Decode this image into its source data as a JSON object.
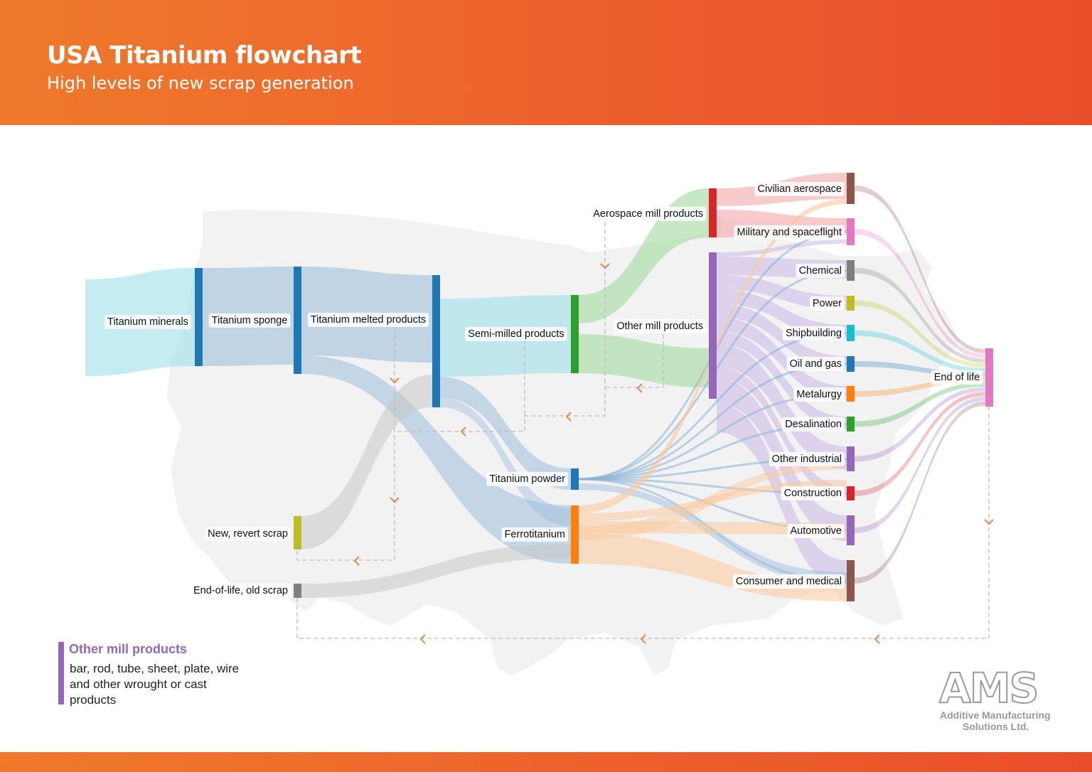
{
  "header": {
    "title": "USA Titanium flowchart",
    "subtitle": "High levels of new scrap generation",
    "color": "#ec5d2c"
  },
  "nodes": [
    {
      "id": "minerals",
      "label": "Titanium minerals",
      "color": "#9edfe6"
    },
    {
      "id": "sponge",
      "label": "Titanium sponge",
      "color": "#1f77b4"
    },
    {
      "id": "melted",
      "label": "Titanium melted products",
      "color": "#1f77b4"
    },
    {
      "id": "melted2",
      "label": "",
      "color": "#1f77b4"
    },
    {
      "id": "semi",
      "label": "Semi-milled products",
      "color": "#2ca02c"
    },
    {
      "id": "aero_mill",
      "label": "Aerospace mill products",
      "color": "#d62728"
    },
    {
      "id": "other_mill",
      "label": "Other mill products",
      "color": "#9467bd"
    },
    {
      "id": "powder",
      "label": "Titanium powder",
      "color": "#1f77b4"
    },
    {
      "id": "ferro",
      "label": "Ferrotitanium",
      "color": "#ff7f0e"
    },
    {
      "id": "revert",
      "label": "New, revert scrap",
      "color": "#bcbd22"
    },
    {
      "id": "oldscrap",
      "label": "End-of-life, old scrap",
      "color": "#7f7f7f"
    },
    {
      "id": "civil",
      "label": "Civilian aerospace",
      "color": "#8c564b"
    },
    {
      "id": "military",
      "label": "Military and spaceflight",
      "color": "#e377c2"
    },
    {
      "id": "chemical",
      "label": "Chemical",
      "color": "#7f7f7f"
    },
    {
      "id": "power",
      "label": "Power",
      "color": "#bcbd22"
    },
    {
      "id": "ship",
      "label": "Shipbuilding",
      "color": "#17becf"
    },
    {
      "id": "oilgas",
      "label": "Oil and gas",
      "color": "#1f77b4"
    },
    {
      "id": "metal",
      "label": "Metalurgy",
      "color": "#ff7f0e"
    },
    {
      "id": "desal",
      "label": "Desalination",
      "color": "#2ca02c"
    },
    {
      "id": "otherind",
      "label": "Other industrial",
      "color": "#9467bd"
    },
    {
      "id": "constr",
      "label": "Construction",
      "color": "#d62728"
    },
    {
      "id": "auto",
      "label": "Automotive",
      "color": "#9467bd"
    },
    {
      "id": "consumer",
      "label": "Consumer and medical",
      "color": "#8c564b"
    },
    {
      "id": "eol",
      "label": "End of life",
      "color": "#e377c2"
    }
  ],
  "legend": {
    "title": "Other mill products",
    "text": "bar, rod, tube, sheet, plate, wire and other wrought or cast products"
  },
  "logo": {
    "mark": "AMS",
    "line1": "Additive Manufacturing",
    "line2": "Solutions Ltd."
  },
  "colors": {
    "arrow": "#f07a3a",
    "scrap_line": "#bdbdbd",
    "map": "#f2f2f2"
  }
}
